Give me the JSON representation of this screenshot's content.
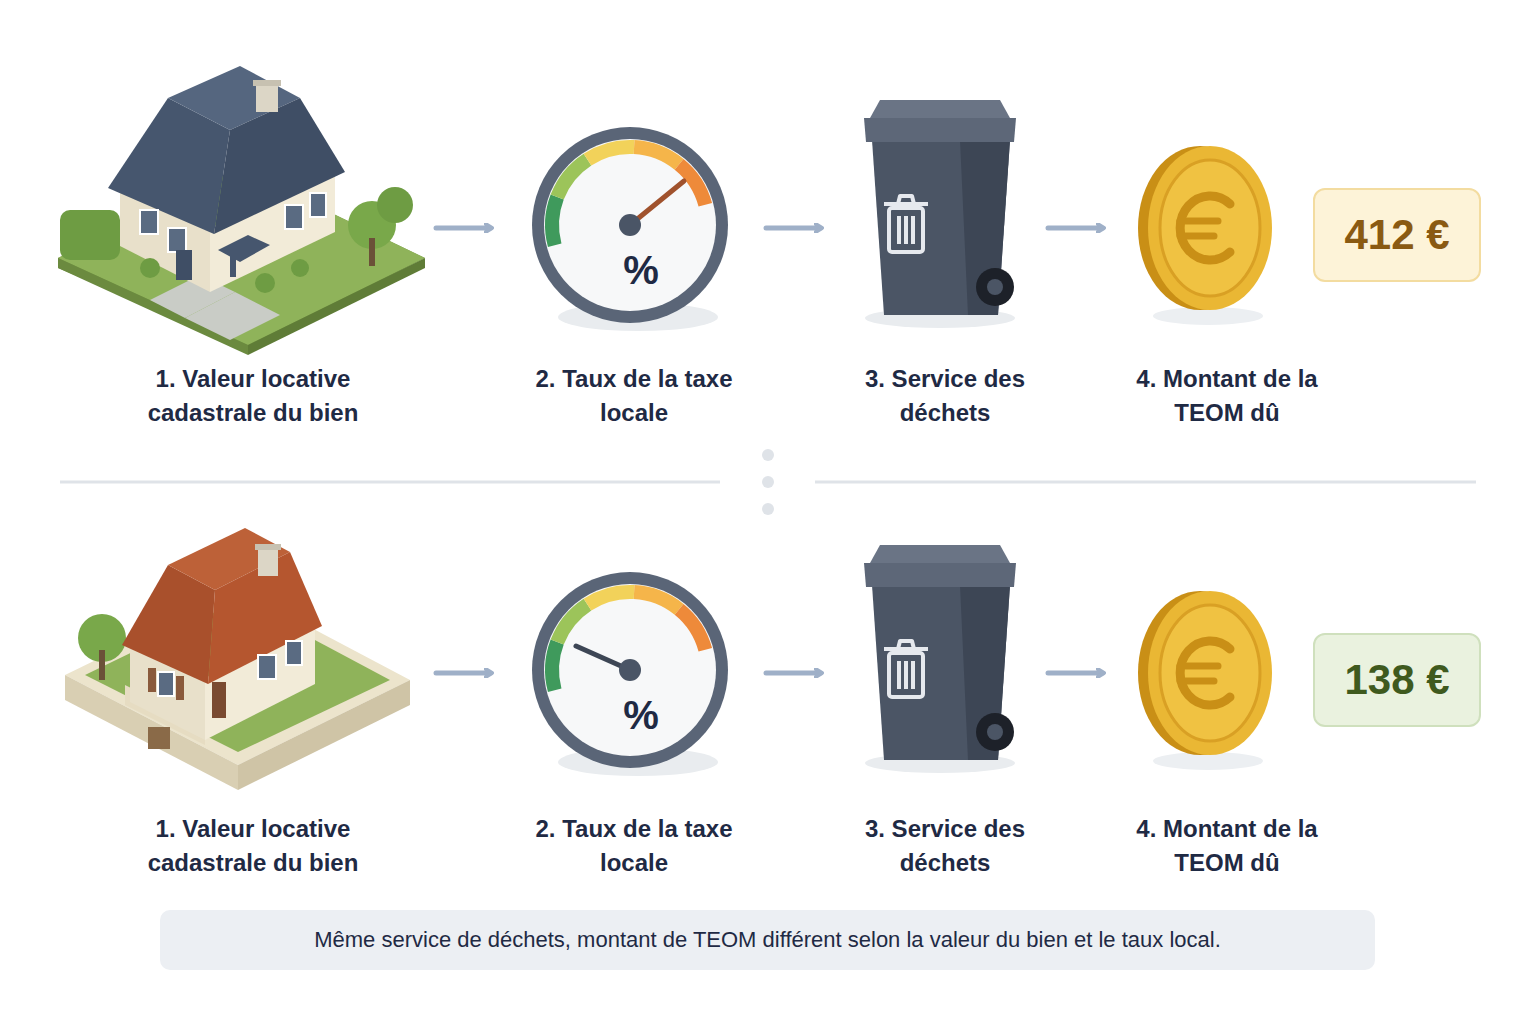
{
  "diagram": {
    "caption": "Même service de déchets, montant de TEOM différent selon la valeur du bien et le taux local.",
    "nodes": [
      {
        "text": [
          "412 €"
        ]
      },
      {
        "text": [
          "138 €"
        ]
      }
    ],
    "labels": [
      "%",
      "1. Valeur locative cadastrale du bien",
      "2. Taux de la taxe locale",
      "3. Service des déchets",
      "4. Montant de la TEOM dû",
      "%",
      "1. Valeur locative cadastrale du bien",
      "2. Taux de la taxe locale",
      "3. Service des déchets",
      "4. Montant de la TEOM dû"
    ]
  }
}
